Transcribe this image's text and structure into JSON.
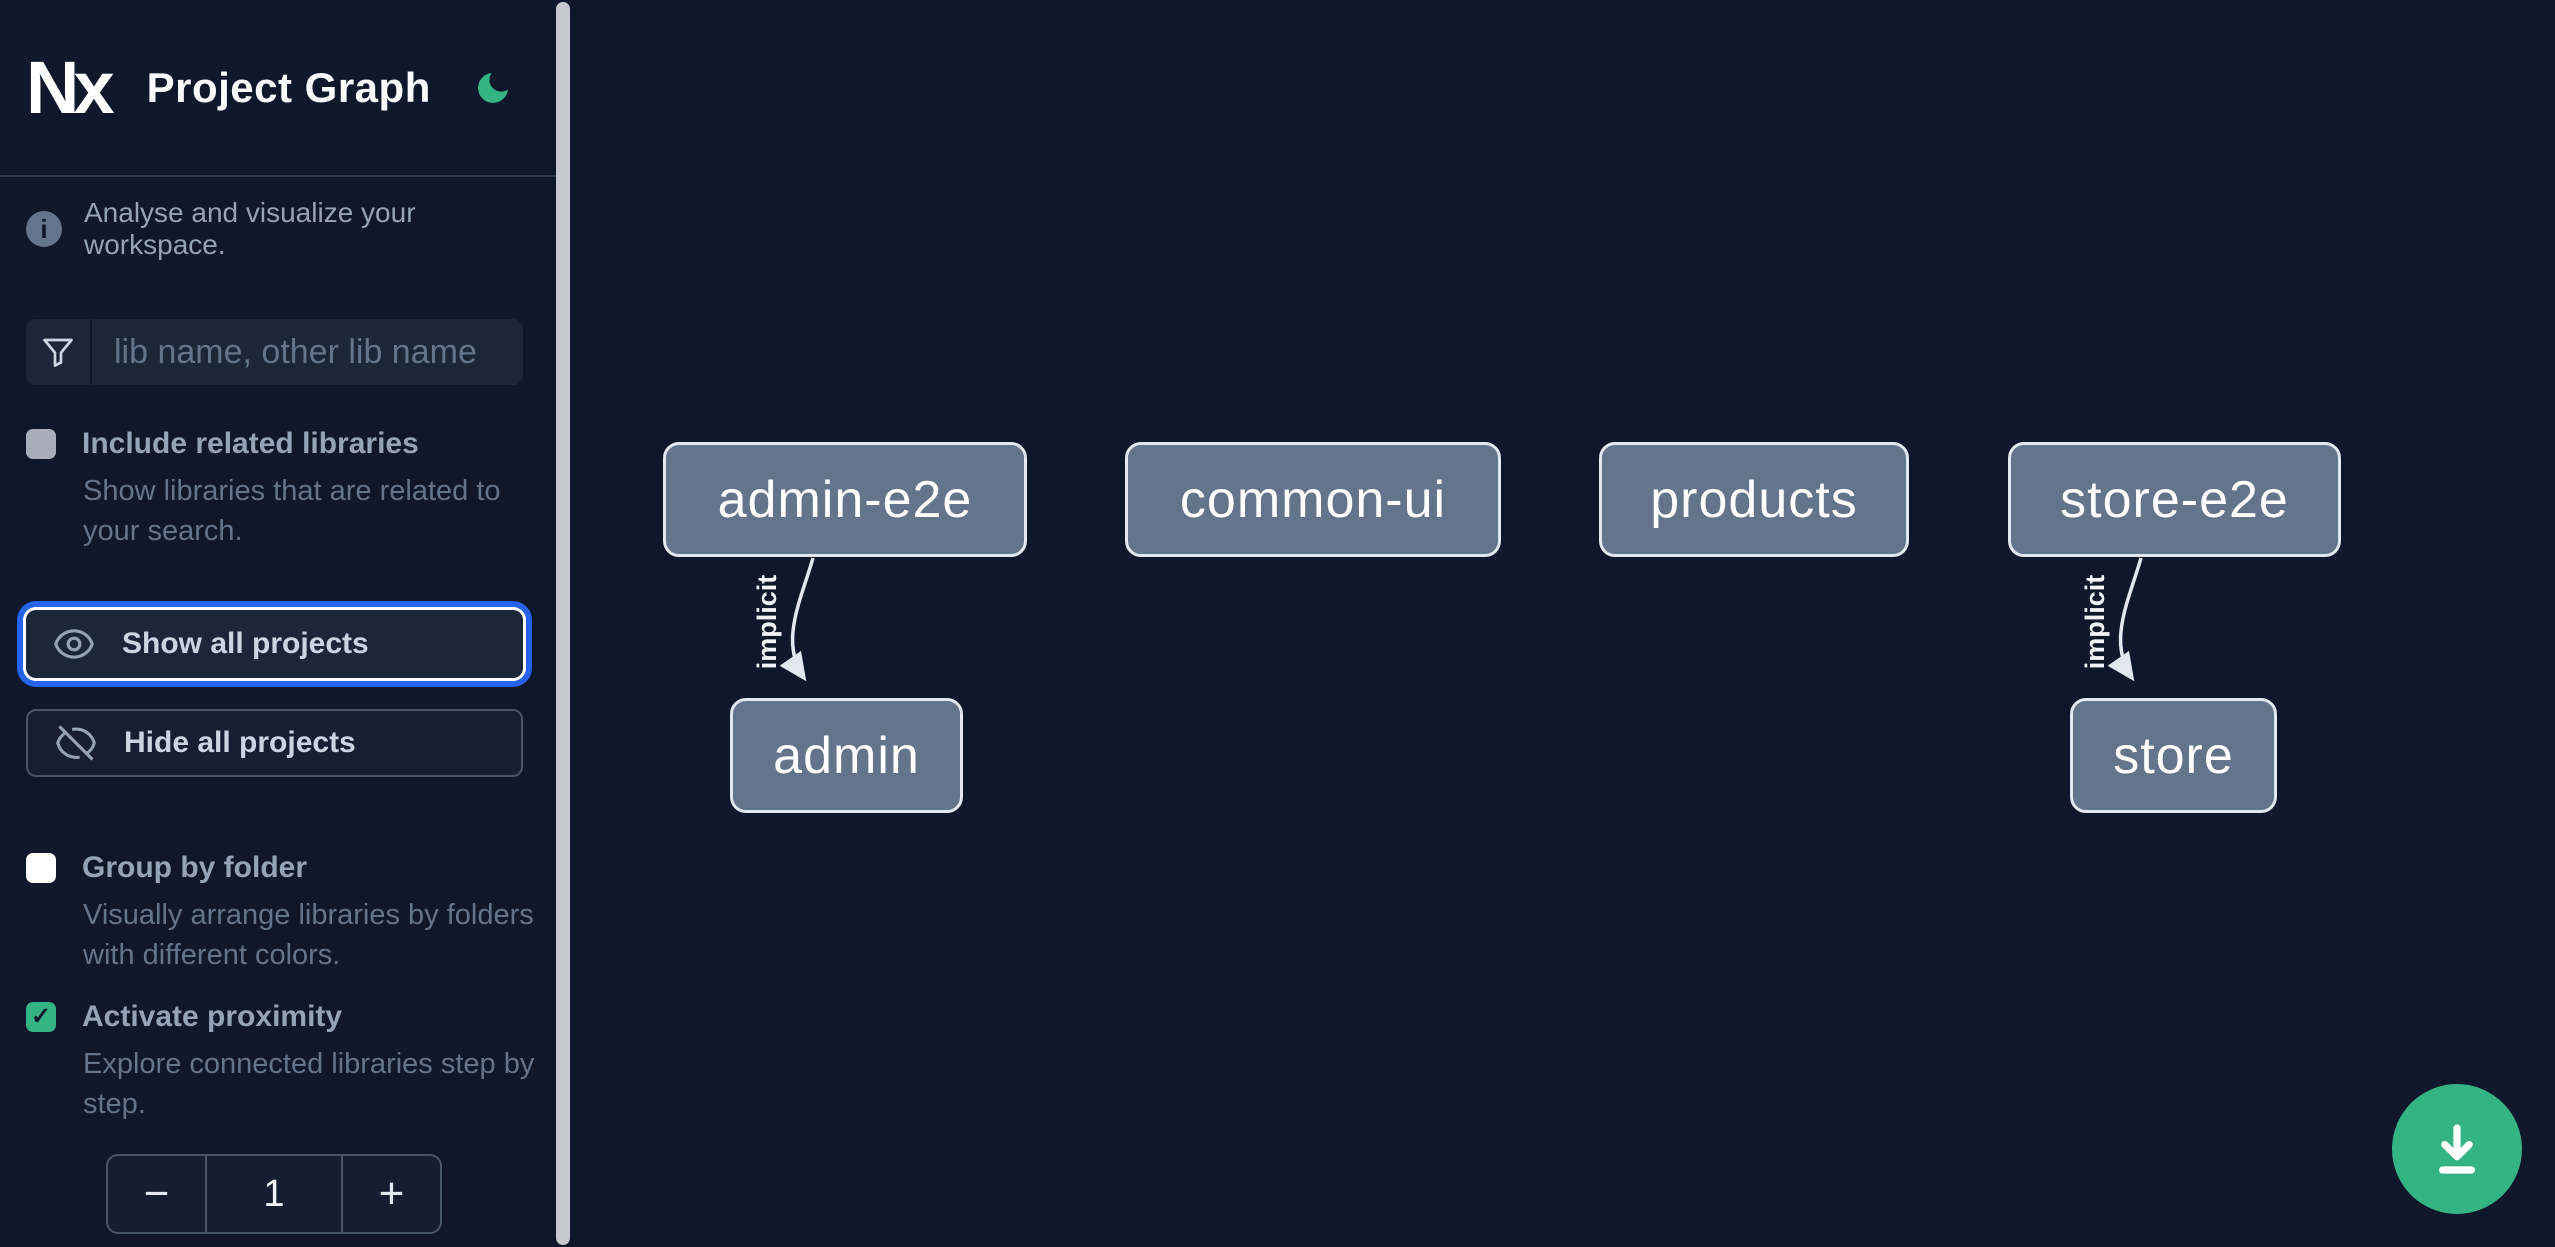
{
  "header": {
    "logo_text": "Nx",
    "title": "Project Graph",
    "theme_toggle_icon": "moon-icon"
  },
  "sidebar": {
    "intro": "Analyse and visualize your workspace.",
    "search": {
      "icon": "filter-funnel-icon",
      "placeholder": "lib name, other lib name",
      "value": ""
    },
    "options": [
      {
        "label": "Include related libraries",
        "description": "Show libraries that are related to your search.",
        "checked": false,
        "disabled": true
      },
      {
        "label": "Group by folder",
        "description": "Visually arrange libraries by folders with different colors.",
        "checked": false,
        "disabled": false
      },
      {
        "label": "Activate proximity",
        "description": "Explore connected libraries step by step.",
        "checked": true,
        "disabled": false,
        "checkmark": "✓"
      }
    ],
    "buttons": [
      {
        "label": "Show all projects",
        "icon": "eye-icon",
        "focused": true
      },
      {
        "label": "Hide all projects",
        "icon": "eye-off-icon",
        "focused": false
      }
    ],
    "stepper": {
      "decrement": "−",
      "value": "1",
      "increment": "+"
    }
  },
  "graph": {
    "nodes": [
      {
        "label": "admin-e2e"
      },
      {
        "label": "common-ui"
      },
      {
        "label": "products"
      },
      {
        "label": "store-e2e"
      },
      {
        "label": "admin"
      },
      {
        "label": "store"
      }
    ],
    "edges": [
      {
        "source": "admin-e2e",
        "target": "admin",
        "label": "implicit"
      },
      {
        "source": "store-e2e",
        "target": "store",
        "label": "implicit"
      }
    ]
  },
  "fab": {
    "icon": "download-icon"
  },
  "colors": {
    "background": "#0f172a",
    "accent_green": "#34b484",
    "focus_blue": "#2563eb",
    "node_fill": "#64748b",
    "node_border": "#e2e8f0",
    "panel": "#1b2638"
  }
}
